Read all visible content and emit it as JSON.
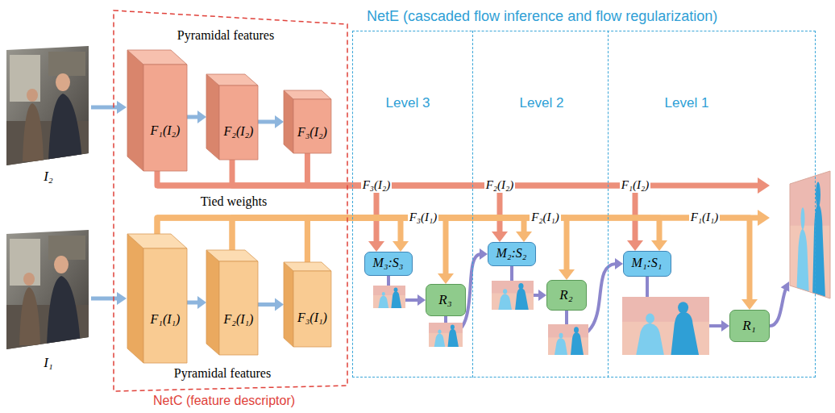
{
  "diagram": {
    "nodes": [
      {
        "text": [
          "NetC (feature descriptor)"
        ]
      },
      {
        "text": [
          "F₁(I₂)"
        ],
        "in": 0
      },
      {
        "text": [
          "F₂(I₂)"
        ],
        "in": 0
      },
      {
        "text": [
          "F₃(I₂)"
        ],
        "in": 0
      },
      {
        "text": [
          "F₁(I₁)"
        ],
        "in": 0
      },
      {
        "text": [
          "F₂(I₁)"
        ],
        "in": 0
      },
      {
        "text": [
          "F₃(I₁)"
        ],
        "in": 0
      },
      {
        "text": [
          "NetE (cascaded flow inference and flow regularization)"
        ]
      },
      {
        "text": [
          "Level 3"
        ],
        "in": 7
      },
      {
        "text": [
          "M₃:S₃"
        ],
        "in": 8
      },
      {
        "text": [
          "R₃"
        ],
        "in": 8
      },
      {
        "text": [
          "Level 2"
        ],
        "in": 7
      },
      {
        "text": [
          "M₂:S₂"
        ],
        "in": 11
      },
      {
        "text": [
          "R₂"
        ],
        "in": 11
      },
      {
        "text": [
          "Level 1"
        ],
        "in": 7
      },
      {
        "text": [
          "M₁:S₁"
        ],
        "in": 14
      },
      {
        "text": [
          "R₁"
        ],
        "in": 14
      }
    ],
    "edges": [
      {
        "from": 1,
        "to": 2,
        "arrow": "to"
      },
      {
        "from": 2,
        "to": 3,
        "arrow": "to"
      },
      {
        "from": 4,
        "to": 5,
        "arrow": "to"
      },
      {
        "from": 5,
        "to": 6,
        "arrow": "to"
      },
      {
        "from": 3,
        "to": 9,
        "label": "F₃(I₂)",
        "arrow": "to"
      },
      {
        "from": 6,
        "to": 9,
        "label": "F₃(I₁)",
        "arrow": "to"
      },
      {
        "from": 6,
        "to": 10,
        "arrow": "to"
      },
      {
        "from": 9,
        "to": 10,
        "arrow": "to"
      },
      {
        "from": 10,
        "to": 12,
        "arrow": "to"
      },
      {
        "from": 2,
        "to": 12,
        "label": "F₂(I₂)",
        "arrow": "to"
      },
      {
        "from": 5,
        "to": 12,
        "label": "F₂(I₁)",
        "arrow": "to"
      },
      {
        "from": 5,
        "to": 13,
        "arrow": "to"
      },
      {
        "from": 12,
        "to": 13,
        "arrow": "to"
      },
      {
        "from": 13,
        "to": 15,
        "arrow": "to"
      },
      {
        "from": 1,
        "to": 15,
        "label": "F₁(I₂)",
        "arrow": "to"
      },
      {
        "from": 4,
        "to": 15,
        "label": "F₁(I₁)",
        "arrow": "to"
      },
      {
        "from": 4,
        "to": 16,
        "arrow": "to"
      },
      {
        "from": 15,
        "to": 16,
        "arrow": "to"
      }
    ],
    "labels": [
      "Pyramidal features",
      "Pyramidal features",
      "Tied weights",
      "I₂",
      "I₁"
    ]
  }
}
